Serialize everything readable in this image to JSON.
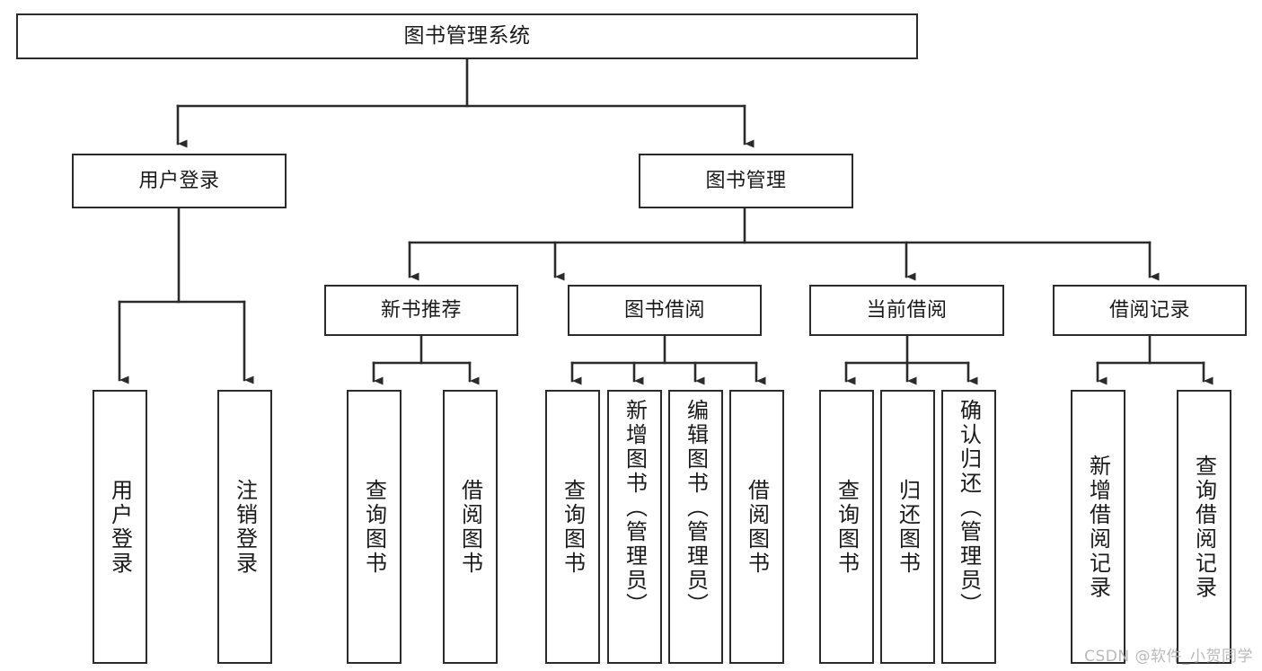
{
  "diagram": {
    "type": "tree-hierarchy-diagram",
    "title": "图书管理系统",
    "colors": {
      "box_border": "#2b2b2b",
      "box_fill": "#ffffff",
      "connector": "#2b2b2b",
      "text": "#1a1a1a",
      "watermark": "#b9b9b9",
      "canvas": "#ffffff"
    },
    "root": {
      "label": "图书管理系统"
    },
    "level2": [
      {
        "label": "用户登录"
      },
      {
        "label": "图书管理"
      }
    ],
    "level3": [
      {
        "label": "新书推荐"
      },
      {
        "label": "图书借阅"
      },
      {
        "label": "当前借阅"
      },
      {
        "label": "借阅记录"
      }
    ],
    "leaves": {
      "user_login": [
        {
          "label": "用户登录"
        },
        {
          "label": "注销登录"
        }
      ],
      "new_book_recommend": [
        {
          "label": "查询图书"
        },
        {
          "label": "借阅图书"
        }
      ],
      "book_borrow": [
        {
          "label": "查询图书"
        },
        {
          "label": "新增图书（管理员）"
        },
        {
          "label": "编辑图书（管理员）"
        },
        {
          "label": "借阅图书"
        }
      ],
      "current_borrow": [
        {
          "label": "查询图书"
        },
        {
          "label": "归还图书"
        },
        {
          "label": "确认归还（管理员）"
        }
      ],
      "borrow_record": [
        {
          "label": "新增借阅记录"
        },
        {
          "label": "查询借阅记录"
        }
      ]
    },
    "watermark": "CSDN @软件_小贺同学"
  }
}
